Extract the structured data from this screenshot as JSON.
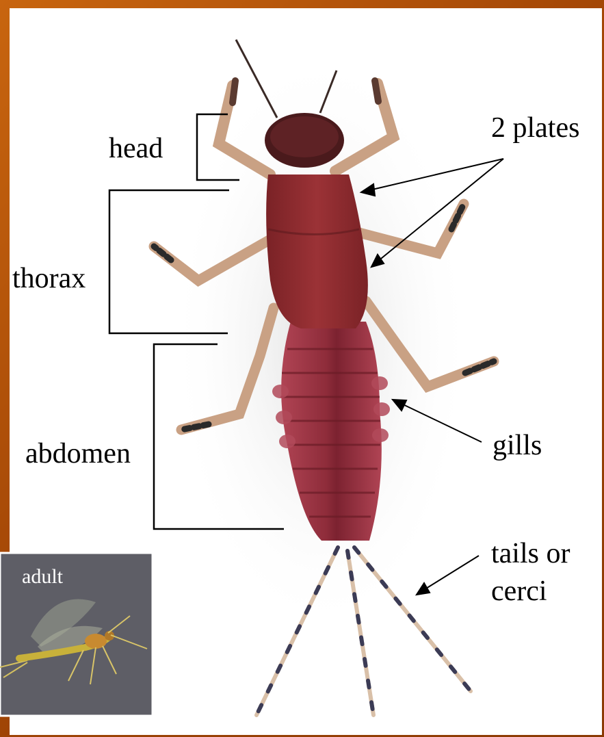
{
  "labels": {
    "head": "head",
    "thorax": "thorax",
    "abdomen": "abdomen",
    "plates": "2 plates",
    "gills": "gills",
    "tails_line1": "tails or",
    "tails_line2": "cerci",
    "adult": "adult"
  },
  "colors": {
    "frame": "#a64a06",
    "body": "#8a2a2c",
    "abdomen": "#a53a48",
    "leg": "#c9a184",
    "inset_bg": "#5e5e66",
    "adult_body": "#c8b13a"
  }
}
